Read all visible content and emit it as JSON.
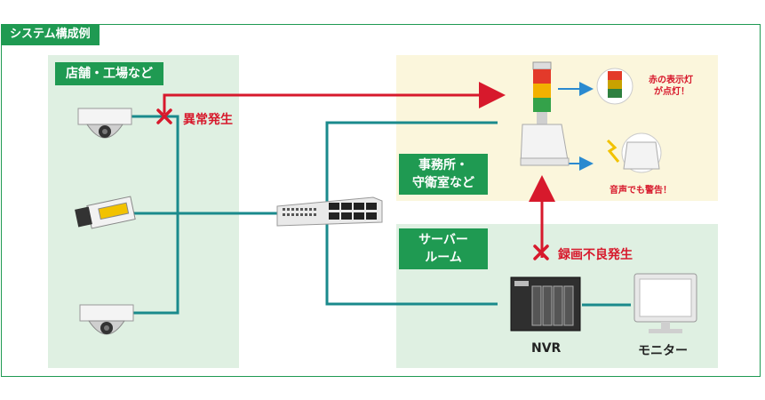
{
  "frame_title": "システム構成例",
  "zones": {
    "store": "店舗・工場など",
    "office": [
      "事務所・",
      "守衛室など"
    ],
    "server": [
      "サーバー",
      "ルーム"
    ]
  },
  "alerts": {
    "camera_error": "異常発生",
    "recording_error": "録画不良発生",
    "red_light": [
      "赤の表示灯",
      "が点灯！"
    ],
    "sound": "音声でも警告！"
  },
  "devices": {
    "nvr": "NVR",
    "monitor": "モニター"
  },
  "colors": {
    "green": "#1f9a52",
    "teal_line": "#1a8a8c",
    "red_line": "#d7192c",
    "blue_arrow": "#2a8ad0"
  }
}
